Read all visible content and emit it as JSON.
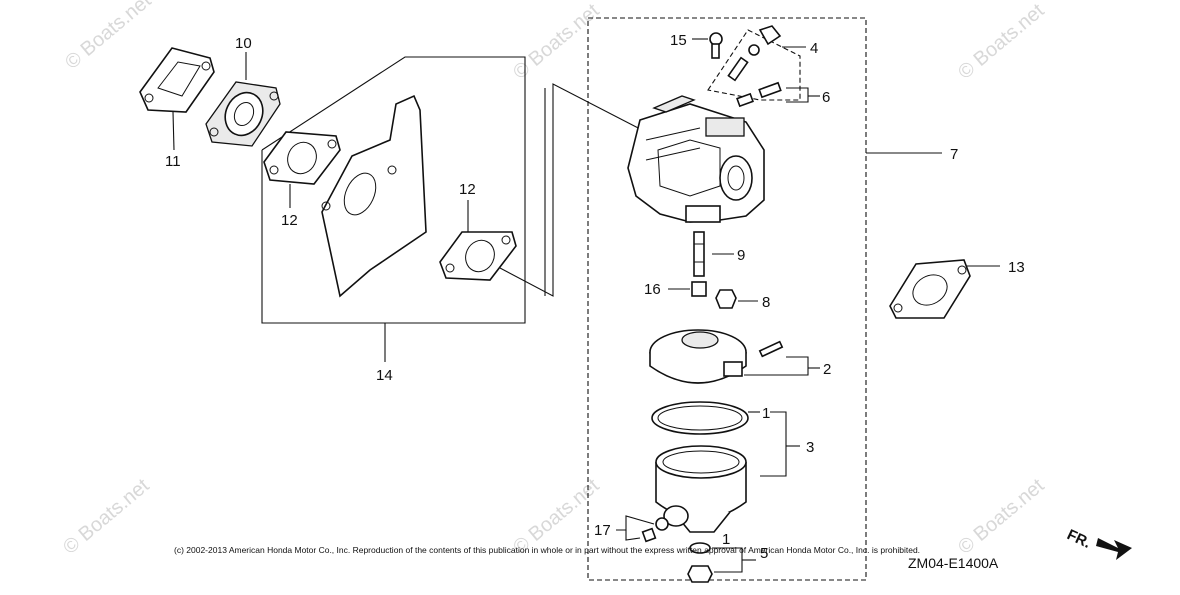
{
  "watermark": "© Boats.net",
  "callouts": {
    "c1a": "1",
    "c1b": "1",
    "c2": "2",
    "c3": "3",
    "c4": "4",
    "c5": "5",
    "c6": "6",
    "c7": "7",
    "c8": "8",
    "c9": "9",
    "c10": "10",
    "c11": "11",
    "c12a": "12",
    "c12b": "12",
    "c13": "13",
    "c14": "14",
    "c15": "15",
    "c16": "16",
    "c17": "17"
  },
  "copyright": "(c) 2002-2013 American Honda Motor Co., Inc. Reproduction of the contents of this publication in whole or in part without the express written approval of American Honda Motor Co., Inc. is prohibited.",
  "diagram_code": "ZM04-E1400A",
  "direction_label": "FR."
}
